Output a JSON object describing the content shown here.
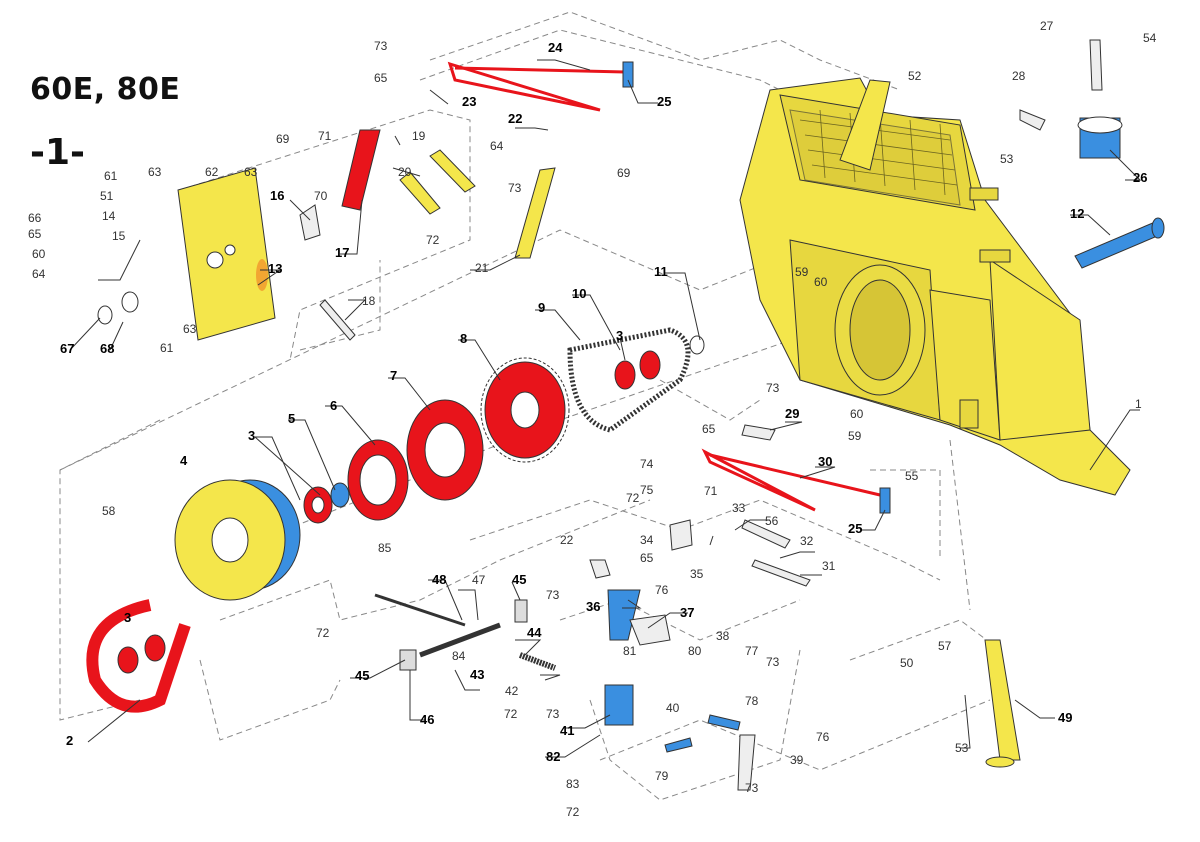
{
  "header": {
    "models": "60E, 80E",
    "sheet": "-1-"
  },
  "colors": {
    "yellow": "#f4e64b",
    "red": "#e8141b",
    "blue": "#3a8fe0",
    "line": "#333333",
    "dash": "#888888"
  },
  "labels": {
    "n1": "1",
    "n2": "2",
    "n3": "3",
    "n4": "4",
    "n5": "5",
    "n6": "6",
    "n7": "7",
    "n8": "8",
    "n9": "9",
    "n10": "10",
    "n11": "11",
    "n12": "12",
    "n13": "13",
    "n14": "14",
    "n15": "15",
    "n16": "16",
    "n17": "17",
    "n18": "18",
    "n19": "19",
    "n20": "20",
    "n21": "21",
    "n22": "22",
    "n23": "23",
    "n24": "24",
    "n25": "25",
    "n26": "26",
    "n27": "27",
    "n28": "28",
    "n29": "29",
    "n30": "30",
    "n31": "31",
    "n32": "32",
    "n33": "33",
    "n34": "34",
    "n35": "35",
    "n36": "36",
    "n37": "37",
    "n38": "38",
    "n39": "39",
    "n40": "40",
    "n41": "41",
    "n42": "42",
    "n43": "43",
    "n44": "44",
    "n45": "45",
    "n46": "46",
    "n47": "47",
    "n48": "48",
    "n49": "49",
    "n50": "50",
    "n51": "51",
    "n52": "52",
    "n53": "53",
    "n54": "54",
    "n55": "55",
    "n56": "56",
    "n57": "57",
    "n58": "58",
    "n59": "59",
    "n60": "60",
    "n61": "61",
    "n62": "62",
    "n63": "63",
    "n64": "64",
    "n65": "65",
    "n66": "66",
    "n67": "67",
    "n68": "68",
    "n69": "69",
    "n70": "70",
    "n71": "71",
    "n72": "72",
    "n73": "73",
    "n74": "74",
    "n75": "75",
    "n76": "76",
    "n77": "77",
    "n78": "78",
    "n79": "79",
    "n80": "80",
    "n81": "81",
    "n82": "82",
    "n83": "83",
    "n84": "84",
    "n85": "85"
  }
}
